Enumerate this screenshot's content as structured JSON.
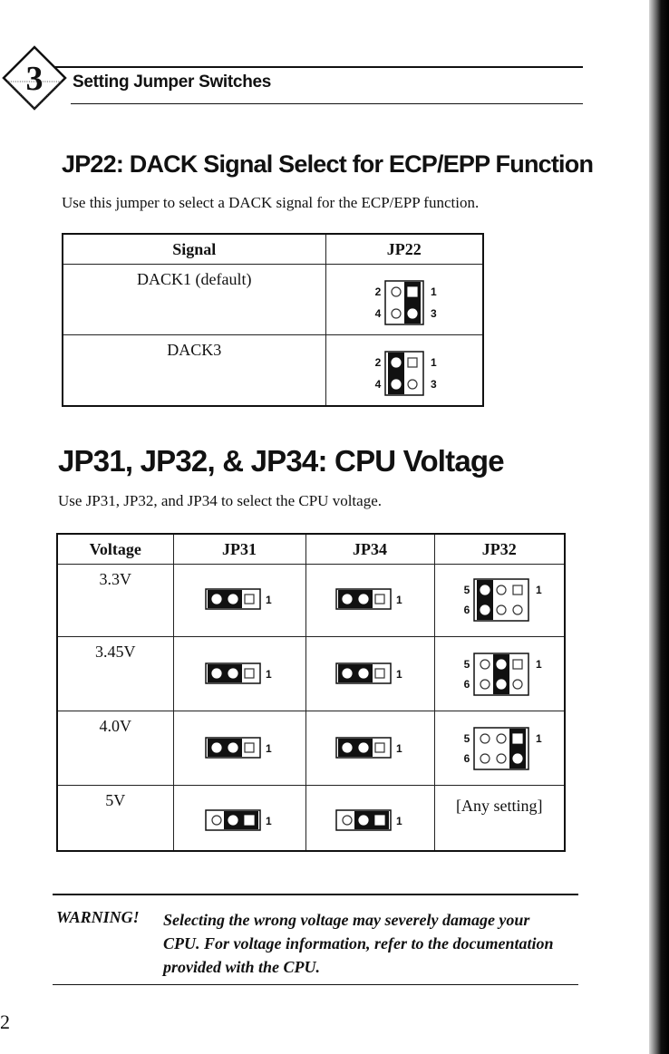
{
  "header": {
    "chapter_number": "3",
    "chapter_title": "Setting Jumper Switches"
  },
  "jp22": {
    "title": "JP22: DACK Signal Select for ECP/EPP Function",
    "intro": "Use this jumper to select a DACK signal for the ECP/EPP function.",
    "columns": [
      "Signal",
      "JP22"
    ],
    "rows": [
      {
        "signal": "DACK1 (default)",
        "shunt": "right"
      },
      {
        "signal": "DACK3",
        "shunt": "left"
      }
    ],
    "pin_labels": {
      "top_left": "2",
      "top_right": "1",
      "bottom_left": "4",
      "bottom_right": "3"
    }
  },
  "voltage": {
    "title": "JP31, JP32, & JP34: CPU Voltage",
    "intro": "Use JP31, JP32, and JP34 to select the CPU voltage.",
    "columns": [
      "Voltage",
      "JP31",
      "JP34",
      "JP32"
    ],
    "pin_label": "1",
    "jp32_labels": {
      "top_left": "5",
      "bottom_left": "6",
      "top_right": "1"
    },
    "rows": [
      {
        "voltage": "3.3V",
        "jp31": "left",
        "jp34": "left",
        "jp32_col": 0
      },
      {
        "voltage": "3.45V",
        "jp31": "left",
        "jp34": "left",
        "jp32_col": 1
      },
      {
        "voltage": "4.0V",
        "jp31": "left",
        "jp34": "left",
        "jp32_col": 2
      },
      {
        "voltage": "5V",
        "jp31": "right",
        "jp34": "right",
        "jp32_any": "[Any setting]"
      }
    ]
  },
  "warning": {
    "label": "WARNING!",
    "text": "Selecting the wrong voltage may severely damage your CPU. For voltage information, refer to the documentation provided with the CPU."
  },
  "page_number": "2"
}
